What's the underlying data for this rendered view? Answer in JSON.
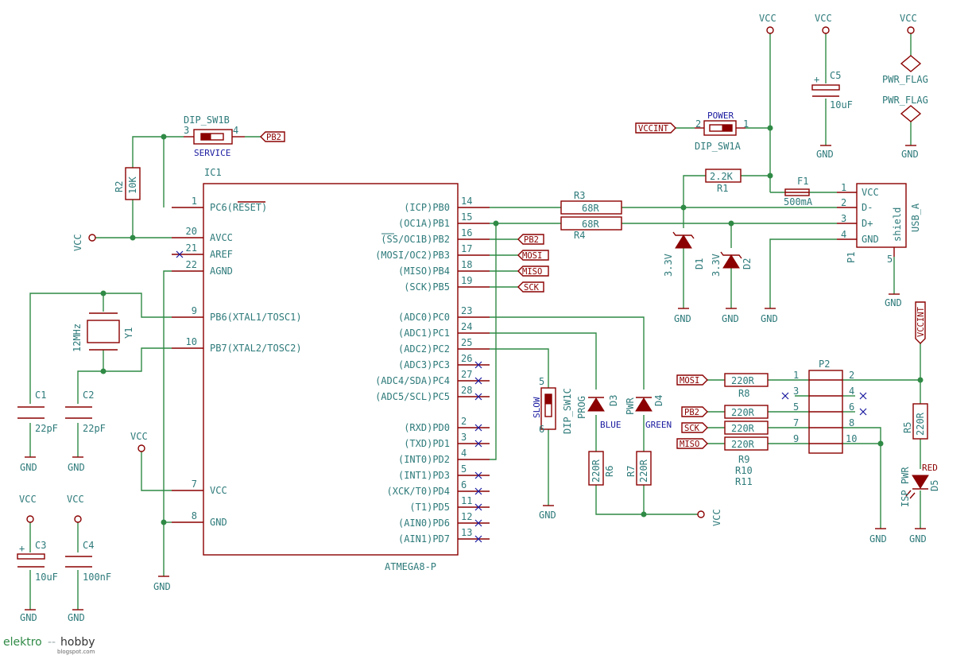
{
  "ic1": {
    "ref": "IC1",
    "value": "ATMEGA8-P",
    "left_pins": [
      {
        "num": "1",
        "name": "PC6(RESET)"
      },
      {
        "num": "20",
        "name": "AVCC"
      },
      {
        "num": "21",
        "name": "AREF"
      },
      {
        "num": "22",
        "name": "AGND"
      },
      {
        "num": "9",
        "name": "PB6(XTAL1/TOSC1)"
      },
      {
        "num": "10",
        "name": "PB7(XTAL2/TOSC2)"
      },
      {
        "num": "7",
        "name": "VCC"
      },
      {
        "num": "8",
        "name": "GND"
      }
    ],
    "right_pins": [
      {
        "num": "14",
        "name": "(ICP)PB0"
      },
      {
        "num": "15",
        "name": "(OC1A)PB1"
      },
      {
        "num": "16",
        "name": "(SS/OC1B)PB2"
      },
      {
        "num": "17",
        "name": "(MOSI/OC2)PB3"
      },
      {
        "num": "18",
        "name": "(MISO)PB4"
      },
      {
        "num": "19",
        "name": "(SCK)PB5"
      },
      {
        "num": "23",
        "name": "(ADC0)PC0"
      },
      {
        "num": "24",
        "name": "(ADC1)PC1"
      },
      {
        "num": "25",
        "name": "(ADC2)PC2"
      },
      {
        "num": "26",
        "name": "(ADC3)PC3"
      },
      {
        "num": "27",
        "name": "(ADC4/SDA)PC4"
      },
      {
        "num": "28",
        "name": "(ADC5/SCL)PC5"
      },
      {
        "num": "2",
        "name": "(RXD)PD0"
      },
      {
        "num": "3",
        "name": "(TXD)PD1"
      },
      {
        "num": "4",
        "name": "(INT0)PD2"
      },
      {
        "num": "5",
        "name": "(INT1)PD3"
      },
      {
        "num": "6",
        "name": "(XCK/T0)PD4"
      },
      {
        "num": "11",
        "name": "(T1)PD5"
      },
      {
        "num": "12",
        "name": "(AIN0)PD6"
      },
      {
        "num": "13",
        "name": "(AIN1)PD7"
      }
    ]
  },
  "power": {
    "vcc": "VCC",
    "gnd": "GND",
    "pwr_flag": "PWR_FLAG"
  },
  "components": {
    "r1": {
      "ref": "R1",
      "value": "2.2K"
    },
    "r2": {
      "ref": "R2",
      "value": "10K"
    },
    "r3": {
      "ref": "R3",
      "value": "68R"
    },
    "r4": {
      "ref": "R4",
      "value": "68R"
    },
    "r5": {
      "ref": "R5",
      "value": "220R"
    },
    "r6": {
      "ref": "R6",
      "value": "220R"
    },
    "r7": {
      "ref": "R7",
      "value": "220R"
    },
    "r8": {
      "ref": "R8",
      "value": "220R"
    },
    "r9": {
      "ref": "R9",
      "value": "220R"
    },
    "r10": {
      "ref": "R10",
      "value": "220R"
    },
    "r11": {
      "ref": "R11",
      "value": "220R"
    },
    "c1": {
      "ref": "C1",
      "value": "22pF"
    },
    "c2": {
      "ref": "C2",
      "value": "22pF"
    },
    "c3": {
      "ref": "C3",
      "value": "10uF"
    },
    "c4": {
      "ref": "C4",
      "value": "100nF"
    },
    "c5": {
      "ref": "C5",
      "value": "10uF"
    },
    "y1": {
      "ref": "Y1",
      "value": "12MHz"
    },
    "f1": {
      "ref": "F1",
      "value": "500mA"
    },
    "d1": {
      "ref": "D1",
      "value": "3.3V"
    },
    "d2": {
      "ref": "D2",
      "value": "3.3V"
    },
    "d3": {
      "ref": "D3",
      "value": "PROG",
      "color": "BLUE"
    },
    "d4": {
      "ref": "D4",
      "value": "PWR",
      "color": "GREEN"
    },
    "d5": {
      "ref": "D5",
      "value": "ISP PWR",
      "color": "RED"
    },
    "sw1a": {
      "ref": "DIP_SW1A",
      "label": "POWER",
      "pin_a": "2",
      "pin_b": "1"
    },
    "sw1b": {
      "ref": "DIP_SW1B",
      "label": "SERVICE",
      "pin_a": "3",
      "pin_b": "4"
    },
    "sw1c": {
      "ref": "DIP_SW1C",
      "label": "SLOW",
      "pin_a": "5",
      "pin_b": "6"
    },
    "p1": {
      "ref": "P1",
      "value": "USB_A",
      "pins": [
        "VCC",
        "D-",
        "D+",
        "GND"
      ],
      "shield": "shield",
      "shield_pin": "5"
    },
    "p2": {
      "ref": "P2"
    }
  },
  "net_labels": {
    "pb2": "PB2",
    "mosi": "MOSI",
    "miso": "MISO",
    "sck": "SCK",
    "vccint": "VCCINT"
  },
  "logo": {
    "brand_a": "elektro",
    "brand_sep": "--",
    "brand_b": "hobby",
    "sub": "blogspot.com"
  },
  "colors": {
    "wire": "#2f8a45",
    "component": "#8b0000",
    "text": "#2e7a7a",
    "noconnect": "#1a1aa0"
  }
}
